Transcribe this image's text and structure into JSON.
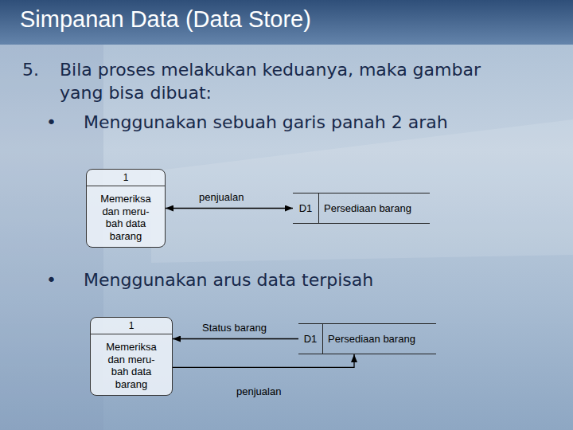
{
  "diagram": {
    "title": "Simpanan Data (Data Store)",
    "nodes": [
      {
        "text": [
          "1",
          "Memeriksa dan meru-bah data barang"
        ]
      },
      {
        "text": [
          "D1",
          "Persediaan barang"
        ]
      },
      {
        "text": [
          "1",
          "Memeriksa dan meru-bah data barang"
        ]
      },
      {
        "text": [
          "D1",
          "Persediaan barang"
        ]
      }
    ],
    "edges": [
      {
        "from": 0,
        "to": 1,
        "label": "penjualan",
        "arrow": "both"
      },
      {
        "from": 3,
        "to": 2,
        "label": "Status barang",
        "arrow": "to"
      },
      {
        "from": 2,
        "to": 3,
        "label": "penjualan",
        "arrow": "to"
      }
    ],
    "labels": [
      "5.",
      "Bila proses melakukan keduanya, maka gambar yang bisa dibuat:",
      "•",
      "Menggunakan sebuah garis panah 2 arah",
      "•",
      "Menggunakan arus data terpisah"
    ]
  }
}
